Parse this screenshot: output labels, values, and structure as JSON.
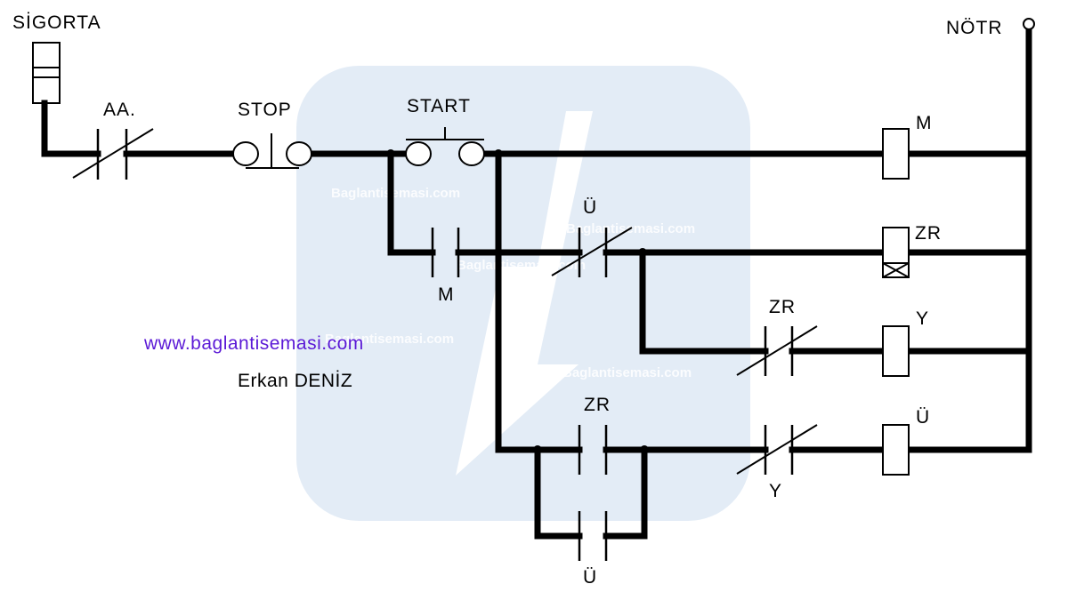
{
  "labels": {
    "fuse": "SİGORTA",
    "neutral": "NÖTR",
    "thermal": "AA.",
    "stop": "STOP",
    "start": "START",
    "coil_m": "M",
    "coil_zr": "ZR",
    "coil_y": "Y",
    "coil_u": "Ü",
    "contact_u_nc": "Ü",
    "contact_m_no": "M",
    "contact_zr_nc": "ZR",
    "contact_zr_no": "ZR",
    "contact_y_nc": "Y",
    "contact_u_no": "Ü"
  },
  "watermark": {
    "text": "Baglantisemasi.com",
    "color": "#e3ecf6"
  },
  "credits": {
    "website": "www.baglantisemasi.com",
    "author": "Erkan DENİZ"
  },
  "colors": {
    "wire": "#000000",
    "link": "#5b19d6",
    "background": "#ffffff"
  }
}
